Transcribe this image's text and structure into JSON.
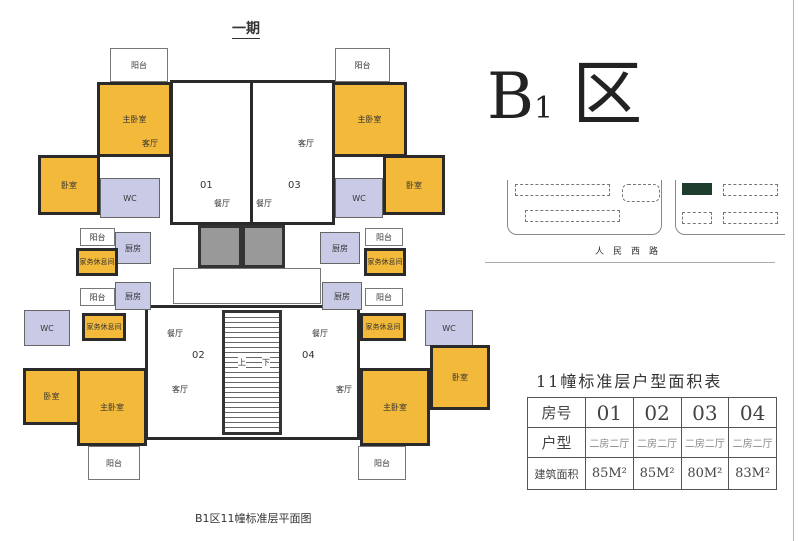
{
  "phase_label": "一期",
  "zone_title": {
    "main": "B",
    "sub": "1",
    "suffix": "区"
  },
  "site_map": {
    "road": "人民西路"
  },
  "plan_caption": "B1区11幢标准层平面图",
  "rooms": {
    "balcony": "阳台",
    "master_bedroom": "主卧室",
    "bedroom": "卧室",
    "living": "客厅",
    "dining": "餐厅",
    "wc": "WC",
    "kitchen": "厨房",
    "utility": "家务休息间",
    "up": "上",
    "down": "下"
  },
  "units": [
    "01",
    "02",
    "03",
    "04"
  ],
  "area_table": {
    "title": "11幢标准层户型面积表",
    "row_headers": [
      "房号",
      "户型",
      "建筑面积"
    ],
    "columns": [
      {
        "unit": "01",
        "type": "二房二厅",
        "area": "85M²"
      },
      {
        "unit": "02",
        "type": "二房二厅",
        "area": "85M²"
      },
      {
        "unit": "03",
        "type": "二房二厅",
        "area": "80M²"
      },
      {
        "unit": "04",
        "type": "二房二厅",
        "area": "83M²"
      }
    ]
  },
  "colors": {
    "bedroom": "#f2b93a",
    "service": "#c9cbe6",
    "wall": "#2a2a2a"
  }
}
